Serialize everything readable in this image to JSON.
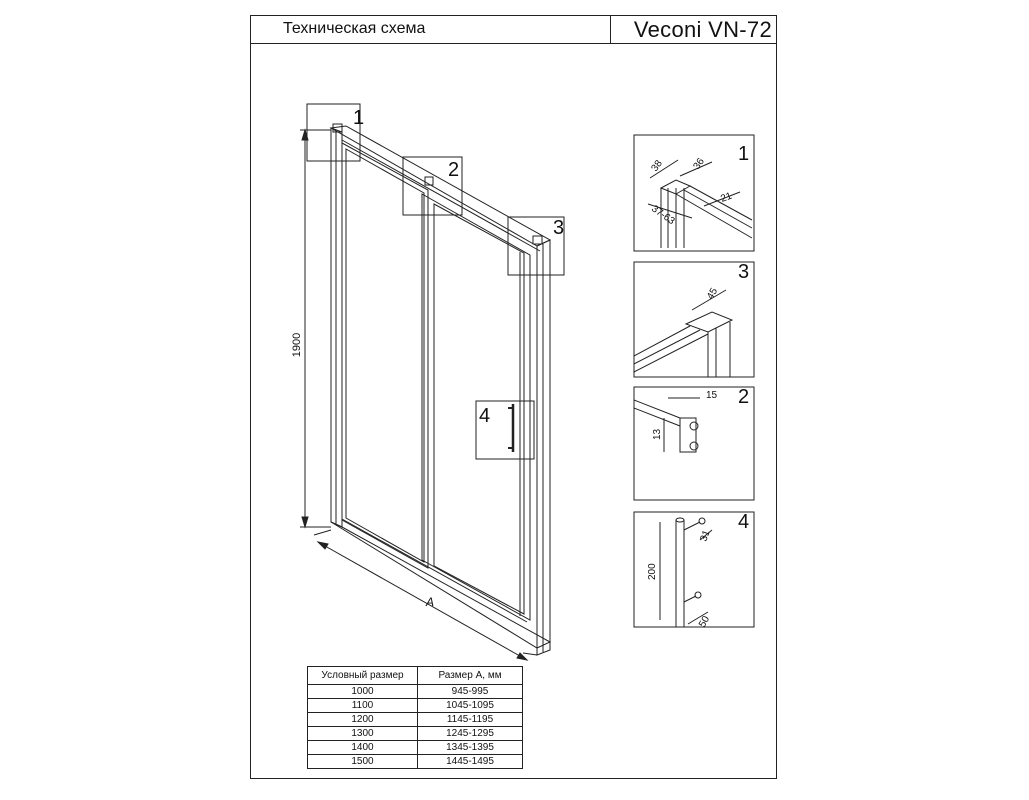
{
  "header": {
    "subtitle": "Техническая схема",
    "model": "Veconi VN-72"
  },
  "callouts": {
    "n1": "1",
    "n2": "2",
    "n3": "3",
    "n4": "4"
  },
  "dimensions": {
    "height": "1900",
    "width_label": "A"
  },
  "details": {
    "d1": {
      "num": "1",
      "dim_a": "38",
      "dim_b": "36",
      "dim_c": "21",
      "dim_d": "37-63"
    },
    "d3": {
      "num": "3",
      "dim_a": "45"
    },
    "d2": {
      "num": "2",
      "dim_a": "15",
      "dim_b": "13"
    },
    "d4": {
      "num": "4",
      "dim_a": "200",
      "dim_b": "31",
      "dim_c": "50"
    }
  },
  "size_table": {
    "headers": [
      "Условный размер",
      "Размер А, мм"
    ],
    "rows": [
      [
        "1000",
        "945-995"
      ],
      [
        "1100",
        "1045-1095"
      ],
      [
        "1200",
        "1145-1195"
      ],
      [
        "1300",
        "1245-1295"
      ],
      [
        "1400",
        "1345-1395"
      ],
      [
        "1500",
        "1445-1495"
      ]
    ]
  }
}
